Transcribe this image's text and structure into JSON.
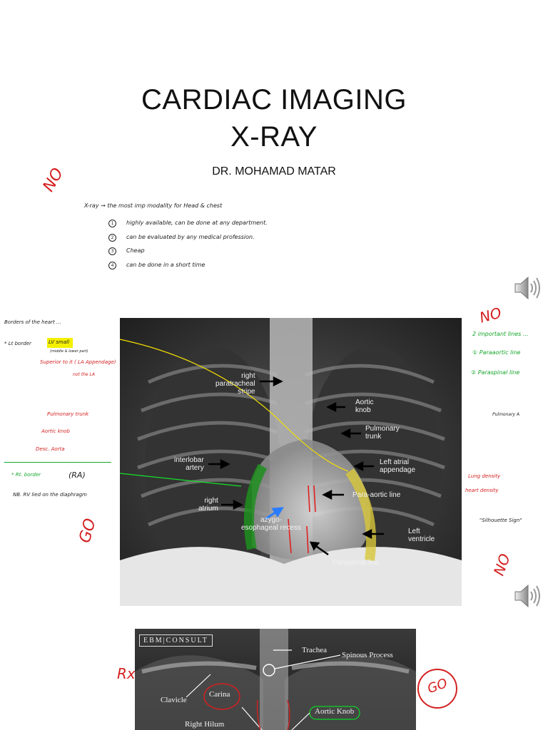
{
  "title_line1": "CARDIAC IMAGING",
  "title_line2": "X-RAY",
  "author": "DR. MOHAMAD MATAR",
  "top_notes": {
    "intro": "X-ray → the most imp modality for Head & chest",
    "items": [
      {
        "num": "1",
        "text": "highly available, can be done at any department."
      },
      {
        "num": "2",
        "text": "can be evaluated by any medical profession."
      },
      {
        "num": "3",
        "text": "Cheap"
      },
      {
        "num": "4",
        "text": "can be done in a short time"
      }
    ]
  },
  "left_notes": {
    "heading": "Borders of the heart ...",
    "lt_border": "* Lt border",
    "lv_small": "LV small",
    "middle_lower": "(middle & lower part)",
    "superior": "Superior to it ( LA Appendage)",
    "not_la": "not the LA",
    "pulmonary_trunk": "Pulmonary trunk",
    "aortic_knob": "Aortic knob",
    "desc_aorta": "Desc. Aorta",
    "rt_border": "* Rt. border",
    "ra": "(RA)",
    "nb": "NB. RV lied on the diaphragm"
  },
  "right_notes": {
    "heading": "2 important lines ...",
    "line1": "① Paraaortic line",
    "line2": "② Paraspinal line",
    "pulmonary_ref": "Pulmonary A",
    "long_density": "Lung density",
    "heart_density": "heart density",
    "silhouette": "\"Silhouette Sign\""
  },
  "xray_labels": {
    "right_paratracheal": "right\nparatracheal\nstripe",
    "aortic_knob": "Aortic\nknob",
    "pulmonary_trunk": "Pulmonary\ntrunk",
    "left_atrial": "Left atrial\nappendage",
    "interlobar": "interlobar\nartery",
    "para_aortic": "Para-aortic line",
    "right_atrium": "right\natrium",
    "azygo": "azygo-\nesophageal recess",
    "left_ventricle": "Left\nventricle",
    "paraspinal": "Paraspinal line"
  },
  "xray2_labels": {
    "brand": "EBM|CONSULT",
    "trachea": "Trachea",
    "spinous": "Spinous Process",
    "clavicle": "Clavicle",
    "carina": "Carina",
    "aortic_knob": "Aortic Knob",
    "right_hilum": "Right Hilum"
  },
  "margin_marks": {
    "no1": "NO",
    "no2": "NO",
    "no3": "NO",
    "go1": "GO",
    "go2": "GO",
    "rx": "Rx"
  },
  "colors": {
    "red_ink": "#d42020",
    "green_ink": "#15a52a",
    "yellow": "#f5e000"
  }
}
